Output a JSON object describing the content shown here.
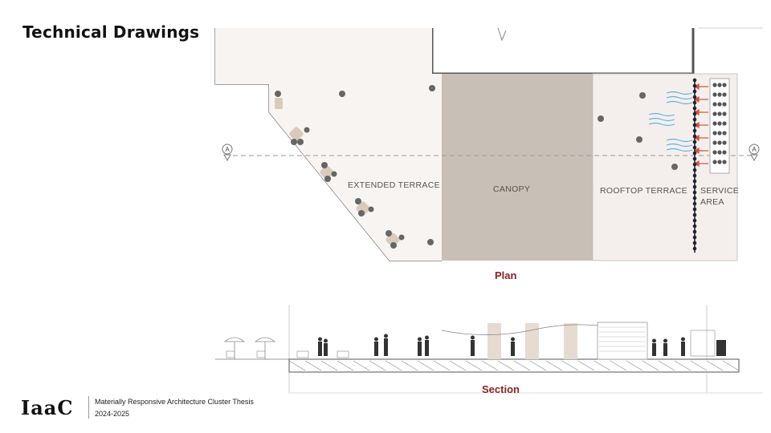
{
  "slide": {
    "title": "Technical Drawings"
  },
  "plan": {
    "caption": "Plan",
    "section_marker_left": "A",
    "section_marker_right": "A",
    "zones": {
      "extended_terrace": "EXTENDED TERRACE",
      "canopy": "CANOPY",
      "rooftop_terrace": "ROOFTOP TERRACE",
      "service_area_line1": "SERVICE",
      "service_area_line2": "AREA"
    }
  },
  "section": {
    "caption": "Section"
  },
  "footer": {
    "logo_text": "IaaC",
    "line1": "Materially Responsive Architecture Cluster Thesis",
    "line2": "2024-2025"
  },
  "colors": {
    "caption_red": "#8b2323",
    "canopy_fill": "#c8bfb7",
    "terrace_fill": "#f8f4f1",
    "airflow_blue": "#5fb3e6",
    "heat_red": "#d8503a"
  }
}
